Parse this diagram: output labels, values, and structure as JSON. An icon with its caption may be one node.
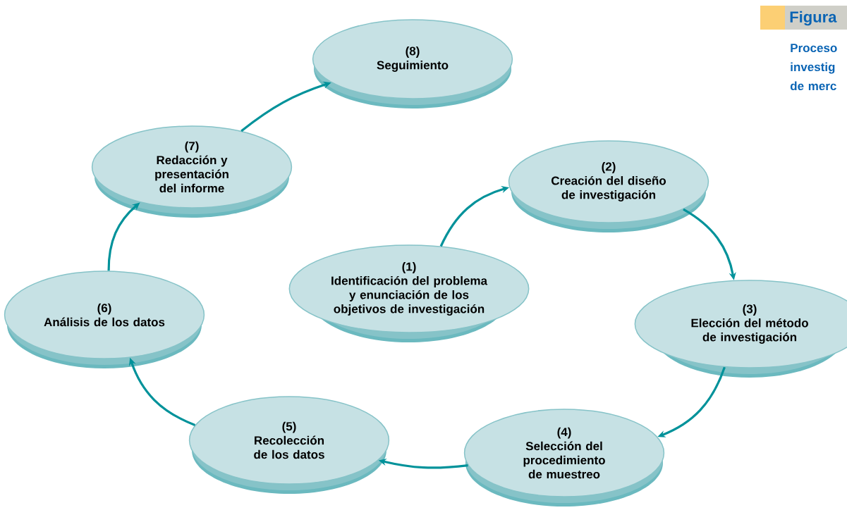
{
  "diagram": {
    "title": "Figura",
    "caption": "Proceso investig de merc",
    "nodes": [
      {
        "text": [
          "(1)",
          "Identificación del problema y enunciación de los objetivos de investigación"
        ]
      },
      {
        "text": [
          "(2)",
          "Creación del diseño de investigación"
        ]
      },
      {
        "text": [
          "(3)",
          "Elección del método de investigación"
        ]
      },
      {
        "text": [
          "(4)",
          "Selección del procedimiento de muestreo"
        ]
      },
      {
        "text": [
          "(5)",
          "Recolección de los datos"
        ]
      },
      {
        "text": [
          "(6)",
          "Análisis de los datos"
        ]
      },
      {
        "text": [
          "(7)",
          "Redacción y presentación del informe"
        ]
      },
      {
        "text": [
          "(8)",
          "Seguimiento"
        ]
      }
    ],
    "edges": [
      {
        "from": 0,
        "to": 1,
        "arrow": "to"
      },
      {
        "from": 1,
        "to": 2,
        "arrow": "to"
      },
      {
        "from": 2,
        "to": 3,
        "arrow": "to"
      },
      {
        "from": 3,
        "to": 4,
        "arrow": "to"
      },
      {
        "from": 4,
        "to": 5,
        "arrow": "to"
      },
      {
        "from": 5,
        "to": 6,
        "arrow": "to"
      },
      {
        "from": 6,
        "to": 7,
        "arrow": "to"
      }
    ]
  }
}
